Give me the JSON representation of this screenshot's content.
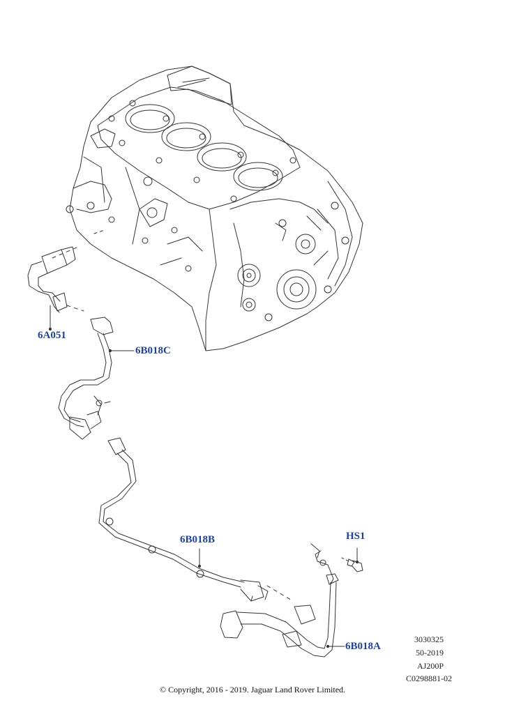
{
  "callouts": {
    "part_6A051": "6A051",
    "part_6B018C": "6B018C",
    "part_6B018B": "6B018B",
    "part_HS1": "HS1",
    "part_6B018A": "6B018A"
  },
  "reference_codes": [
    "3030325",
    "50-2019",
    "AJ200P",
    "C0298881-02"
  ],
  "copyright": "© Copyright, 2016 - 2019. Jaguar Land Rover Limited.",
  "colors": {
    "callout_text": "#1a3fb0",
    "line_art": "#222222"
  }
}
